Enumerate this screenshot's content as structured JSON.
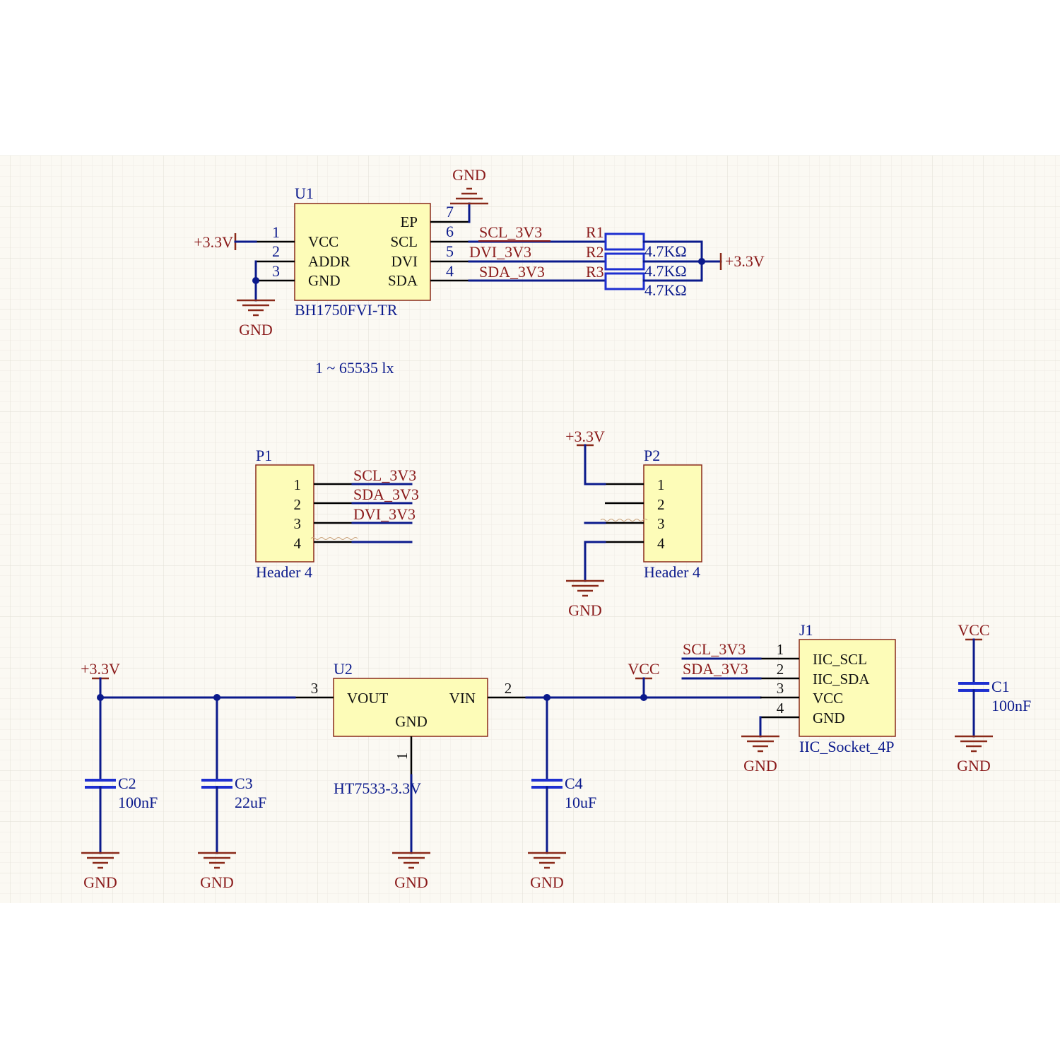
{
  "colors": {
    "background": "#fbf9f3",
    "grid": "#e4e1da",
    "wire": "#0b1a8c",
    "component_body": "#fdfcb8",
    "power_symbol": "#8a2a1a",
    "capacitor": "#1e2fd0"
  },
  "u1": {
    "designator": "U1",
    "part": "BH1750FVI-TR",
    "left_pins": [
      {
        "num": "1",
        "name": "VCC"
      },
      {
        "num": "2",
        "name": "ADDR"
      },
      {
        "num": "3",
        "name": "GND"
      }
    ],
    "right_pins": [
      {
        "num": "7",
        "name": "EP"
      },
      {
        "num": "6",
        "name": "SCL"
      },
      {
        "num": "5",
        "name": "DVI"
      },
      {
        "num": "4",
        "name": "SDA"
      }
    ],
    "note": "1 ~ 65535 lx"
  },
  "u1_nets": {
    "scl": "SCL_3V3",
    "dvi": "DVI_3V3",
    "sda": "SDA_3V3",
    "vcc_port": "+3.3V",
    "gnd_top": "GND",
    "gnd_left": "GND",
    "pullup_port": "+3.3V"
  },
  "resistors": [
    {
      "designator": "R1",
      "value": "4.7KΩ"
    },
    {
      "designator": "R2",
      "value": "4.7KΩ"
    },
    {
      "designator": "R3",
      "value": "4.7KΩ"
    }
  ],
  "p1": {
    "designator": "P1",
    "part": "Header 4",
    "pins": [
      "1",
      "2",
      "3",
      "4"
    ],
    "nets": [
      "SCL_3V3",
      "SDA_3V3",
      "DVI_3V3"
    ]
  },
  "p2": {
    "designator": "P2",
    "part": "Header 4",
    "pins": [
      "1",
      "2",
      "3",
      "4"
    ],
    "power": "+3.3V",
    "gnd": "GND"
  },
  "u2": {
    "designator": "U2",
    "part": "HT7533-3.3V",
    "pin_vout": "VOUT",
    "pin_vin": "VIN",
    "pin_gnd": "GND",
    "num_vout": "3",
    "num_vin": "2",
    "num_gnd": "1"
  },
  "regulator_nets": {
    "out_power": "+3.3V",
    "in_power": "VCC"
  },
  "capacitors": [
    {
      "designator": "C2",
      "value": "100nF"
    },
    {
      "designator": "C3",
      "value": "22uF"
    },
    {
      "designator": "C4",
      "value": "10uF"
    },
    {
      "designator": "C1",
      "value": "100nF"
    }
  ],
  "c1_power": "VCC",
  "j1": {
    "designator": "J1",
    "part": "IIC_Socket_4P",
    "pins": [
      {
        "num": "1",
        "name": "IIC_SCL"
      },
      {
        "num": "2",
        "name": "IIC_SDA"
      },
      {
        "num": "3",
        "name": "VCC"
      },
      {
        "num": "4",
        "name": "GND"
      }
    ],
    "nets": [
      "SCL_3V3",
      "SDA_3V3"
    ]
  },
  "gnd_label": "GND"
}
